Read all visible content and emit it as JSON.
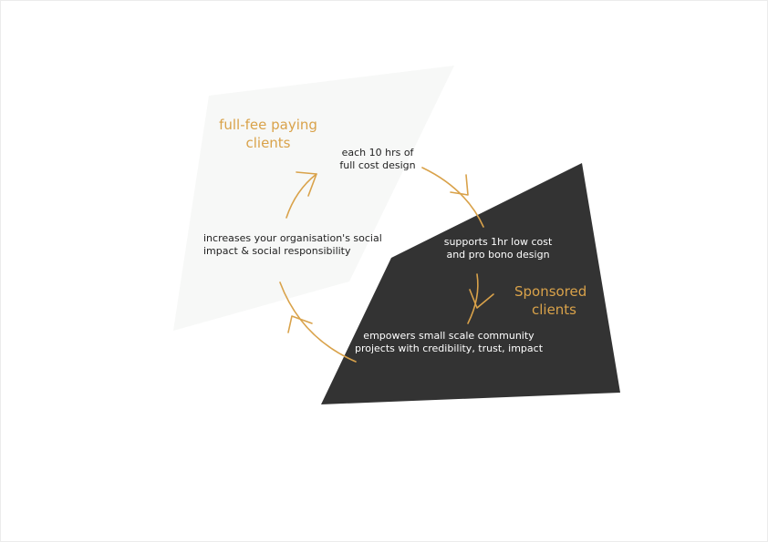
{
  "colors": {
    "light_panel": "#f7f8f7",
    "dark_panel": "#333333",
    "accent": "#d9a24a",
    "text_dark": "#222222",
    "text_light": "#ffffff"
  },
  "full_fee": {
    "line1": "full-fee paying",
    "line2": "clients"
  },
  "sponsored": {
    "line1": "Sponsored",
    "line2": "clients"
  },
  "steps": {
    "each_10_hrs": {
      "line1": "each 10 hrs of",
      "line2": "full cost design"
    },
    "supports": {
      "line1": "supports 1hr low cost",
      "line2": "and pro bono design"
    },
    "empowers": {
      "line1": "empowers small scale community",
      "line2": "projects with credibility, trust, impact"
    },
    "increases": {
      "line1": "increases your organisation's social",
      "line2": "impact & social responsibility"
    }
  }
}
